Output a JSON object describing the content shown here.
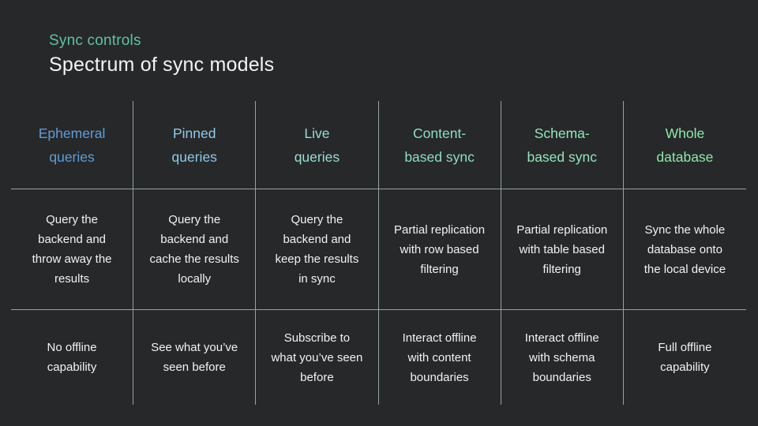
{
  "title": {
    "eyebrow": "Sync controls",
    "heading": "Spectrum of sync models"
  },
  "colors": {
    "background": "#272829",
    "grid_line": "#93a49f",
    "eyebrow": "#5fc2a2",
    "heading": "#f4f4f6",
    "body_text": "#f2f2f3"
  },
  "table": {
    "columns": [
      {
        "header": "Ephemeral\nqueries",
        "header_color": "#5d9ed9",
        "description": "Query the\nbackend and\nthrow away the\nresults",
        "offline": "No offline\ncapability"
      },
      {
        "header": "Pinned\nqueries",
        "header_color": "#8fcaea",
        "description": "Query the\nbackend and\ncache the results\nlocally",
        "offline": "See what you’ve\nseen before"
      },
      {
        "header": "Live\nqueries",
        "header_color": "#9bdcd6",
        "description": "Query the\nbackend and\nkeep the results\nin sync",
        "offline": "Subscribe to\nwhat you’ve seen\nbefore"
      },
      {
        "header": "Content-\nbased sync",
        "header_color": "#8eddc9",
        "description": "Partial replication\nwith row based\nfiltering",
        "offline": "Interact offline\nwith content\nboundaries"
      },
      {
        "header": "Schema-\nbased sync",
        "header_color": "#93e5bd",
        "description": "Partial replication\nwith table based\nfiltering",
        "offline": "Interact offline\nwith schema\nboundaries"
      },
      {
        "header": "Whole\ndatabase",
        "header_color": "#8de8aa",
        "description": "Sync the whole\ndatabase onto\nthe local device",
        "offline": "Full offline\ncapability"
      }
    ]
  }
}
